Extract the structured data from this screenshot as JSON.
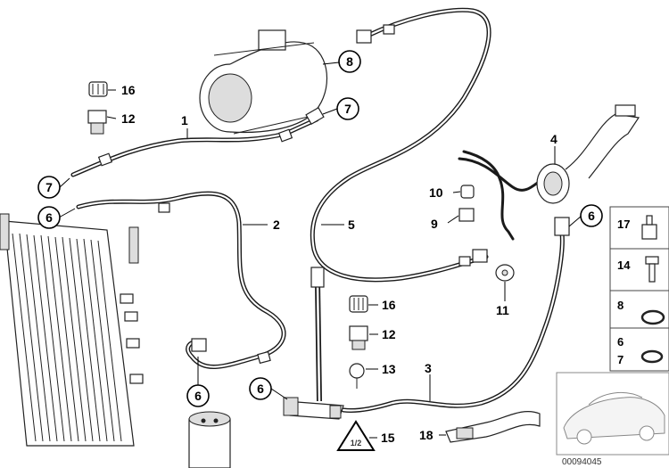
{
  "diagram": {
    "part_labels": {
      "p1": "1",
      "p2": "2",
      "p3": "3",
      "p4": "4",
      "p5": "5",
      "p6a": "6",
      "p6b": "6",
      "p6c": "6",
      "p6d": "6",
      "p7a": "7",
      "p7b": "7",
      "p8": "8",
      "p9": "9",
      "p10": "10",
      "p11": "11",
      "p12a": "12",
      "p12b": "12",
      "p13": "13",
      "p14": "14",
      "p15": "15",
      "p16a": "16",
      "p16b": "16",
      "p17": "17",
      "p18": "18"
    },
    "legend_panel": {
      "row_17": "17",
      "row_14": "14",
      "row_8": "8",
      "row_6": "6",
      "row_7": "7"
    },
    "warning_symbol_text": "1/2",
    "diagram_code": "00094045"
  }
}
